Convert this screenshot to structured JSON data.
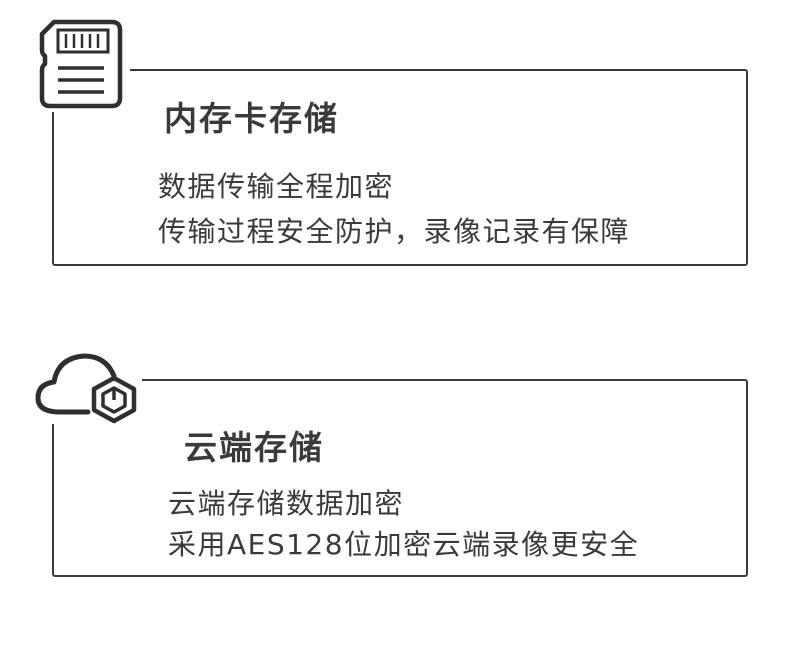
{
  "sections": [
    {
      "icon": "sd-card-icon",
      "title": "内存卡存储",
      "lines": [
        "数据传输全程加密",
        "传输过程安全防护，录像记录有保障"
      ]
    },
    {
      "icon": "cloud-security-icon",
      "title": "云端存储",
      "lines": [
        "云端存储数据加密",
        "采用AES128位加密云端录像更安全"
      ]
    }
  ],
  "colors": {
    "border": "#3a3a3a",
    "text": "#3a3a3a",
    "background": "#ffffff"
  }
}
